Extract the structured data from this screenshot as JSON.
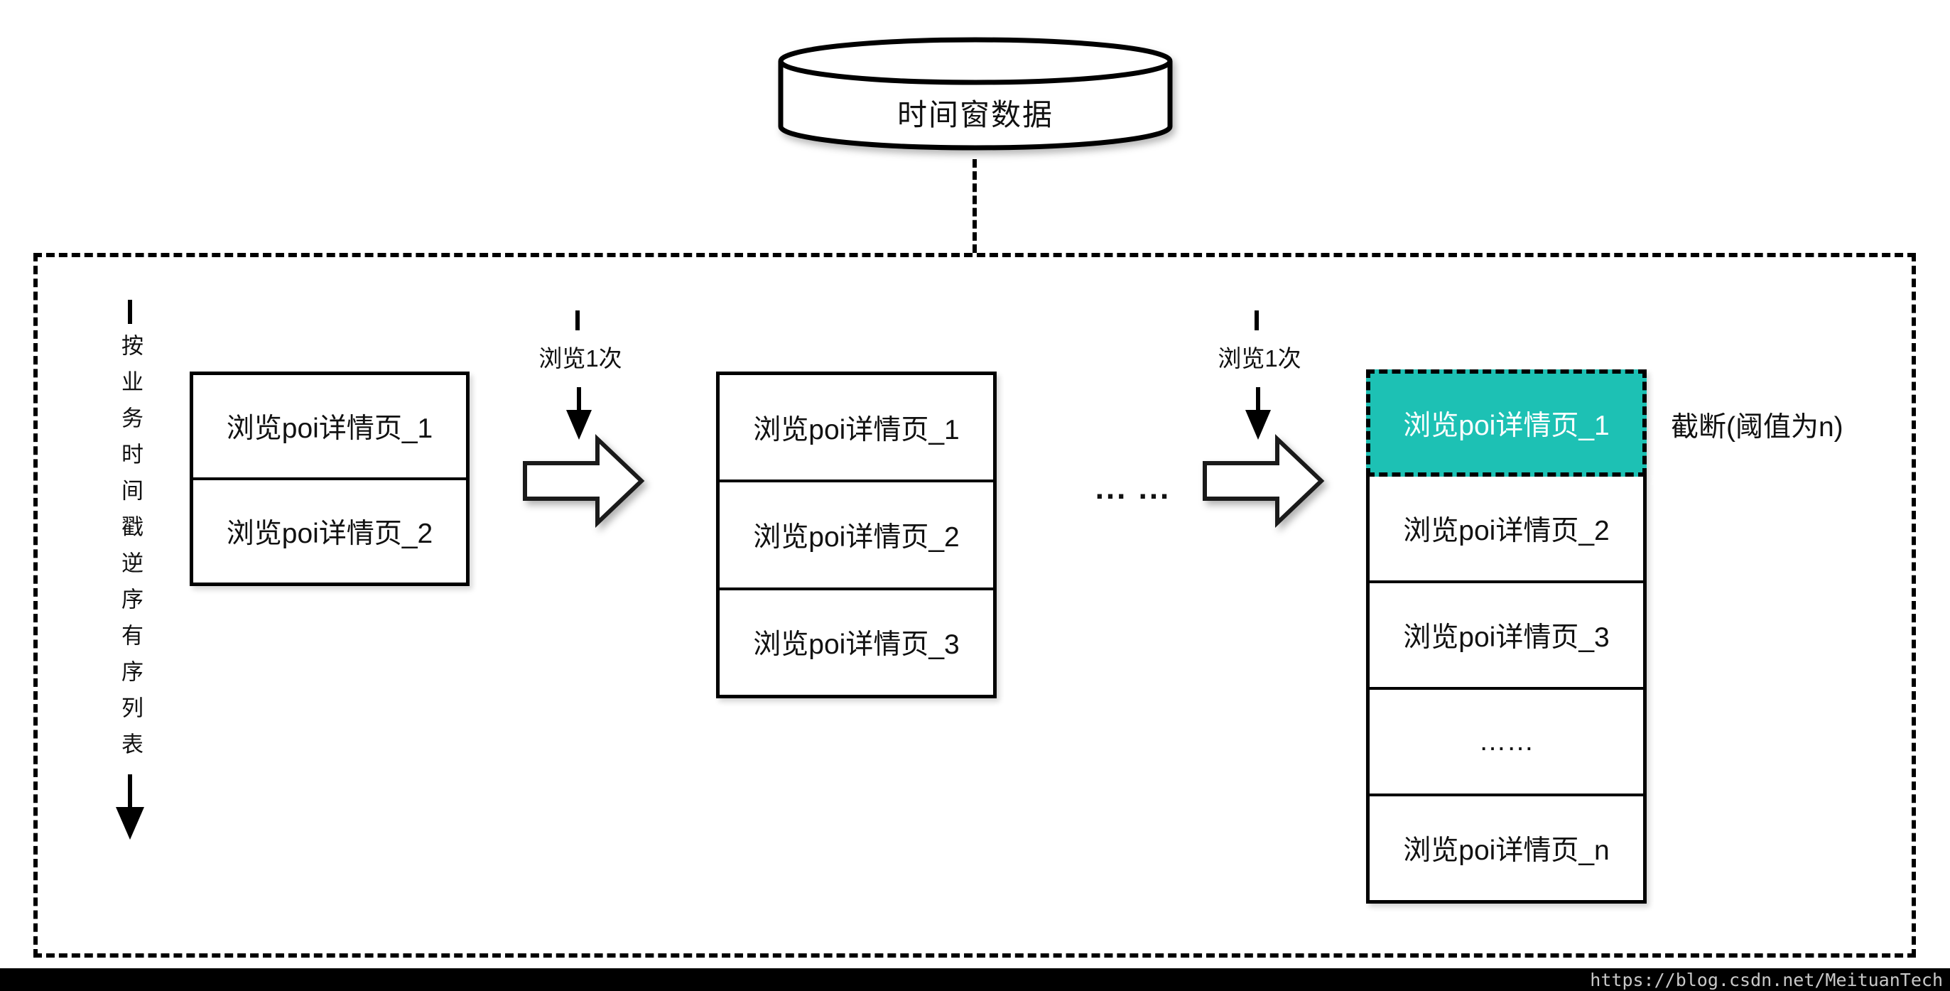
{
  "colors": {
    "highlight_teal": "#1dc1b4",
    "line_black": "#000000",
    "background": "#ffffff",
    "watermark_text": "#c9c9c9"
  },
  "cylinder": {
    "label": "时间窗数据"
  },
  "left_axis": {
    "label": "按业务时间戳逆序有序列表"
  },
  "transitions": [
    {
      "label": "浏览1次"
    },
    {
      "label": "浏览1次"
    }
  ],
  "ellipsis_between_stages": "... ...",
  "stacks": {
    "first": {
      "cells": [
        "浏览poi详情页_1",
        "浏览poi详情页_2"
      ]
    },
    "second": {
      "cells": [
        "浏览poi详情页_1",
        "浏览poi详情页_2",
        "浏览poi详情页_3"
      ]
    },
    "third": {
      "cells": [
        "浏览poi详情页_1",
        "浏览poi详情页_2",
        "浏览poi详情页_3",
        "……",
        "浏览poi详情页_n"
      ]
    }
  },
  "annotations": {
    "truncate": "截断(阈值为n)"
  },
  "footer": {
    "watermark": "https://blog.csdn.net/MeituanTech"
  }
}
